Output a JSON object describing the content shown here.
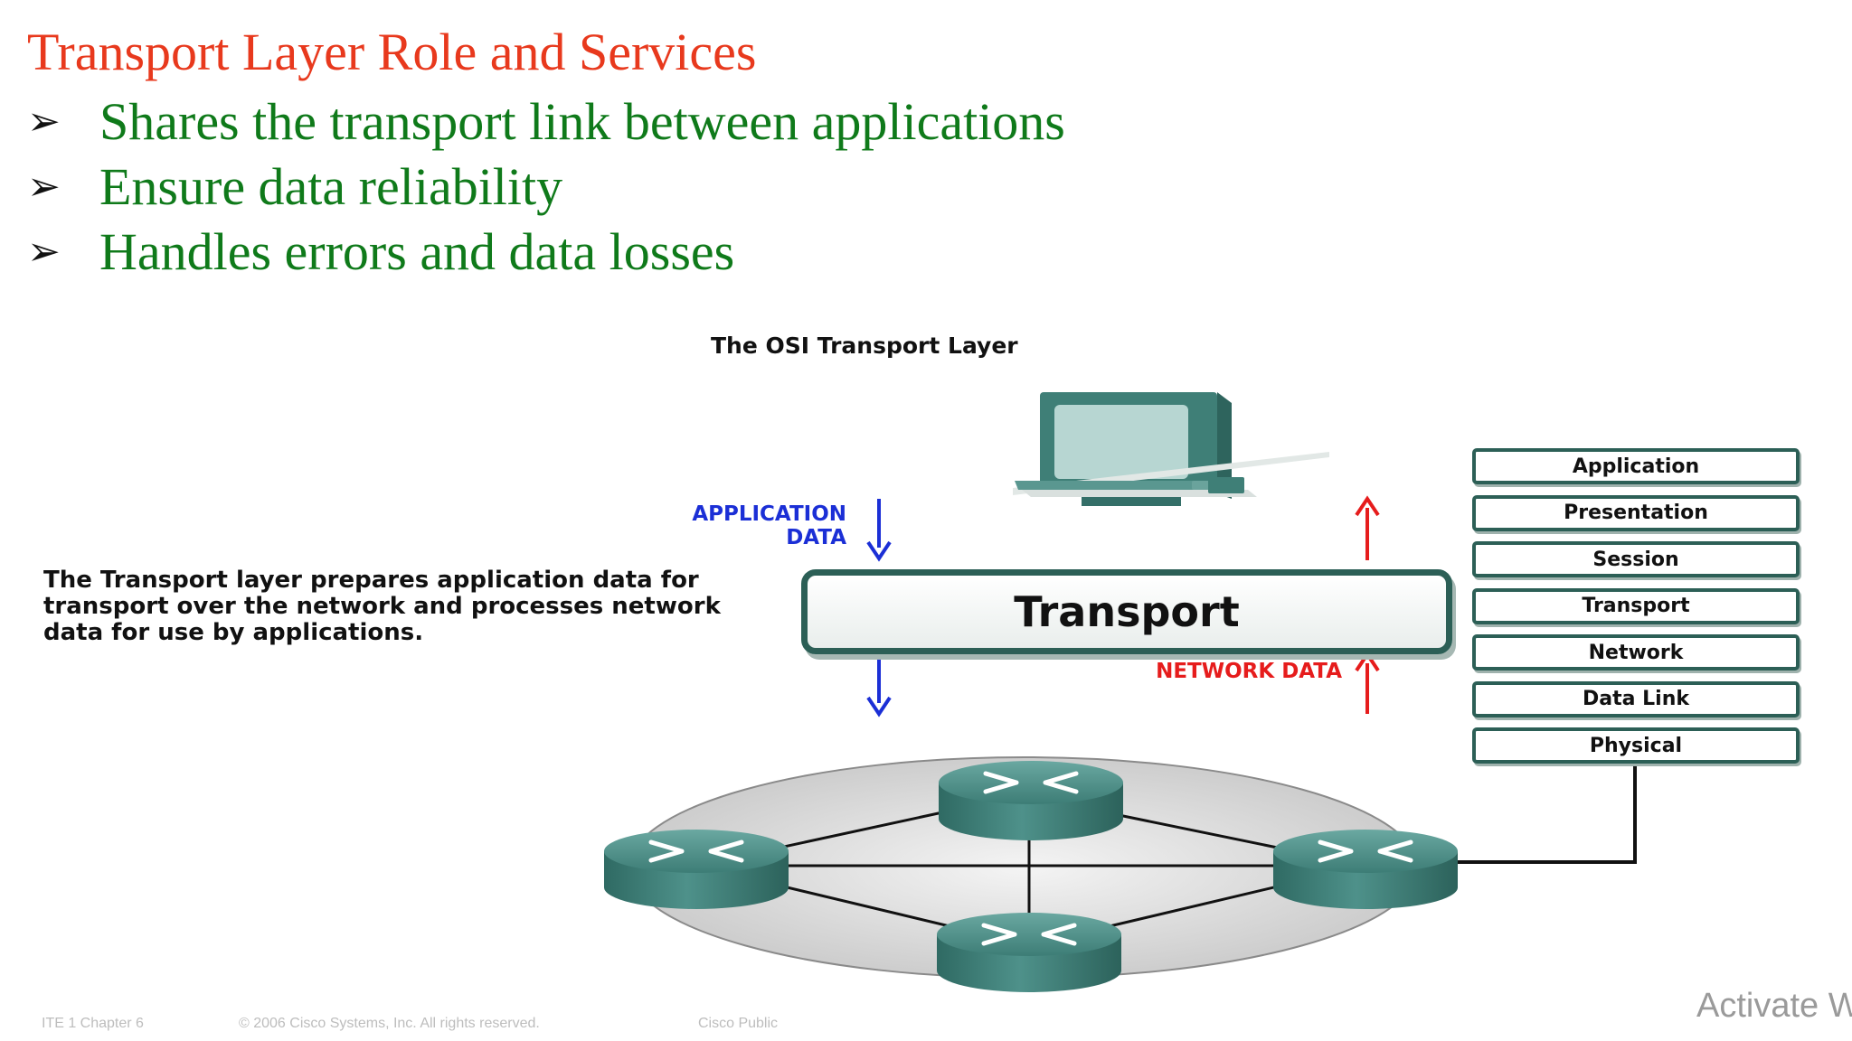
{
  "slide": {
    "title": "Transport Layer Role and Services",
    "bullet_marker": "➢",
    "bullets": [
      "Shares the transport link between applications",
      "Ensure data reliability",
      "Handles errors and data losses"
    ]
  },
  "diagram": {
    "caption": "The OSI Transport Layer",
    "description": "The Transport layer prepares application data for transport over the network and processes network data for use by applications.",
    "application_data_line1": "APPLICATION",
    "application_data_line2": "DATA",
    "network_data": "NETWORK DATA",
    "transport_box": "Transport",
    "osi_layers": [
      "Application",
      "Presentation",
      "Session",
      "Transport",
      "Network",
      "Data Link",
      "Physical"
    ],
    "colors": {
      "app_arrow": "#1b2fd6",
      "net_arrow": "#e61c1c",
      "router": "#3f7f77",
      "frame": "#2c5f56"
    },
    "icons": [
      "computer-icon",
      "router-icon",
      "network-cloud",
      "down-arrow-icon",
      "up-arrow-icon"
    ]
  },
  "footer": {
    "left": "ITE 1 Chapter 6",
    "center": "© 2006 Cisco Systems, Inc. All rights reserved.",
    "right": "Cisco Public",
    "watermark": "Activate W"
  }
}
